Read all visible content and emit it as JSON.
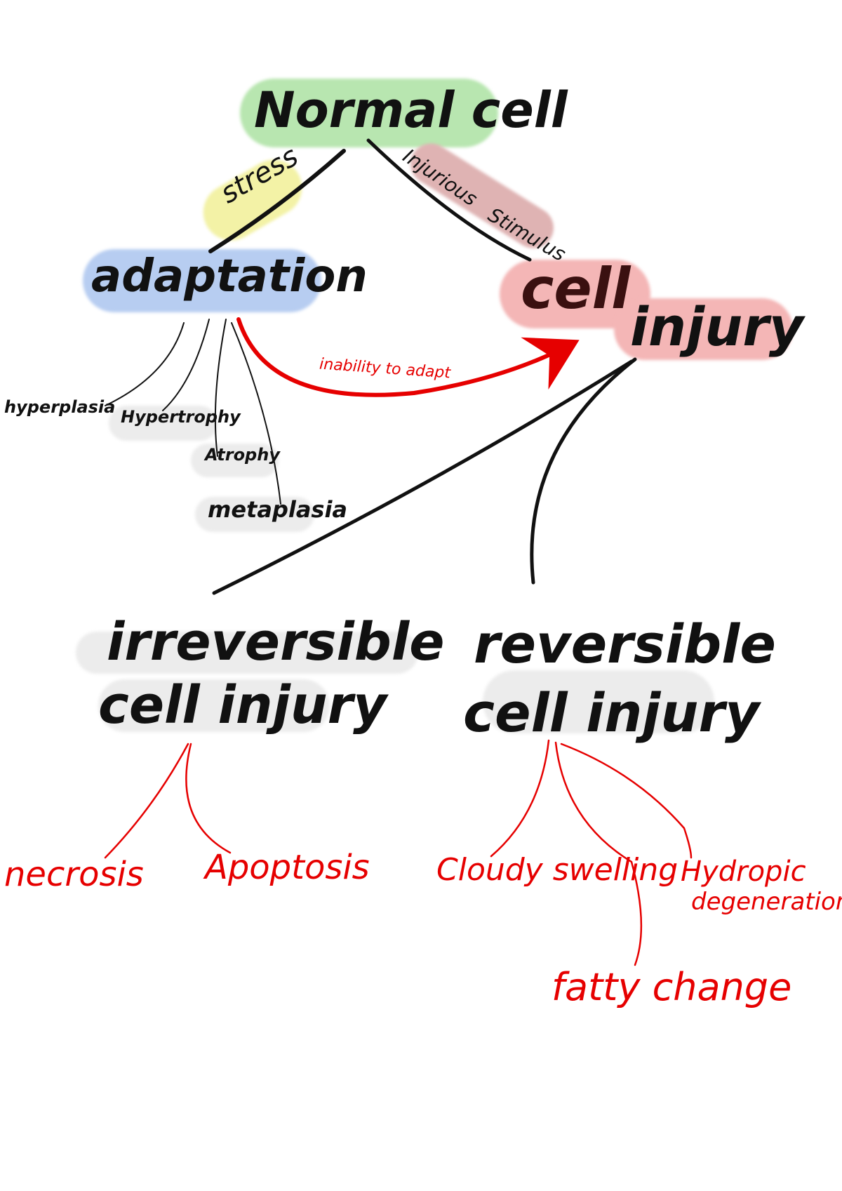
{
  "colors": {
    "ink": "#111111",
    "red_ink": "#e60000",
    "green_highlight": "#b8e6b0",
    "yellow_highlight": "#f3f2a6",
    "rose_highlight": "#dfb3b3",
    "blue_highlight": "#b7cdf1",
    "pink_highlight": "#f4b6b6",
    "gray_highlight": "#ececec"
  },
  "nodes": {
    "root": "Normal cell",
    "adaptation": "adaptation",
    "cell_injury": {
      "line1": "cell",
      "line2": "injury"
    },
    "irreversible": {
      "line1": "irreversible",
      "line2": "cell injury"
    },
    "reversible": {
      "line1": "reversible",
      "line2": "cell injury"
    }
  },
  "edge_labels": {
    "stress": "stress",
    "injurious": "Injurious",
    "stimulus": "Stimulus",
    "inability": "inability to adapt"
  },
  "adaptation_types": [
    "hyperplasia",
    "Hypertrophy",
    "Atrophy",
    "metaplasia"
  ],
  "irreversible_outcomes": [
    "necrosis",
    "Apoptosis"
  ],
  "reversible_outcomes": {
    "cloudy": "Cloudy swelling",
    "hydropic_line1": "Hydropic",
    "hydropic_line2": "degeneration",
    "fatty": "fatty change"
  }
}
